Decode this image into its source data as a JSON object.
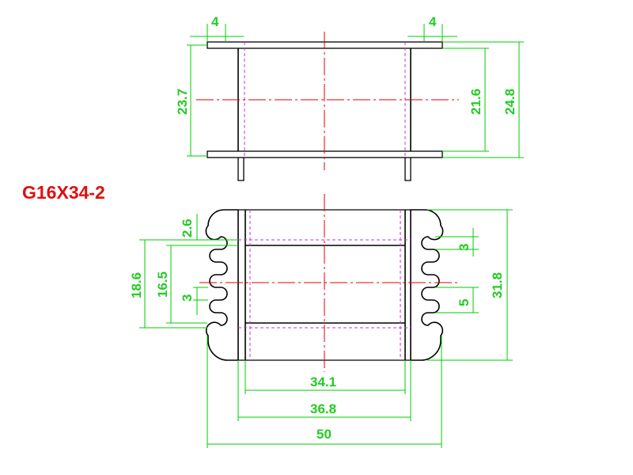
{
  "title": "G16X34-2",
  "colors": {
    "outline": "#000000",
    "dimension": "#22cc22",
    "center_line": "#e00000",
    "hidden_line": "#cc33cc",
    "title": "#e01010"
  },
  "dimensions": {
    "flange_top_left": "4",
    "flange_top_right": "4",
    "height_23_7": "23.7",
    "height_21_6": "21.6",
    "height_24_8": "24.8",
    "slot_2_6": "2.6",
    "span_18_6": "18.6",
    "span_16_5": "16.5",
    "pitch_3_left": "3",
    "pitch_3_right": "3",
    "pitch_5_right": "5",
    "height_31_8": "31.8",
    "width_34_1": "34.1",
    "width_36_8": "36.8",
    "width_50": "50"
  }
}
